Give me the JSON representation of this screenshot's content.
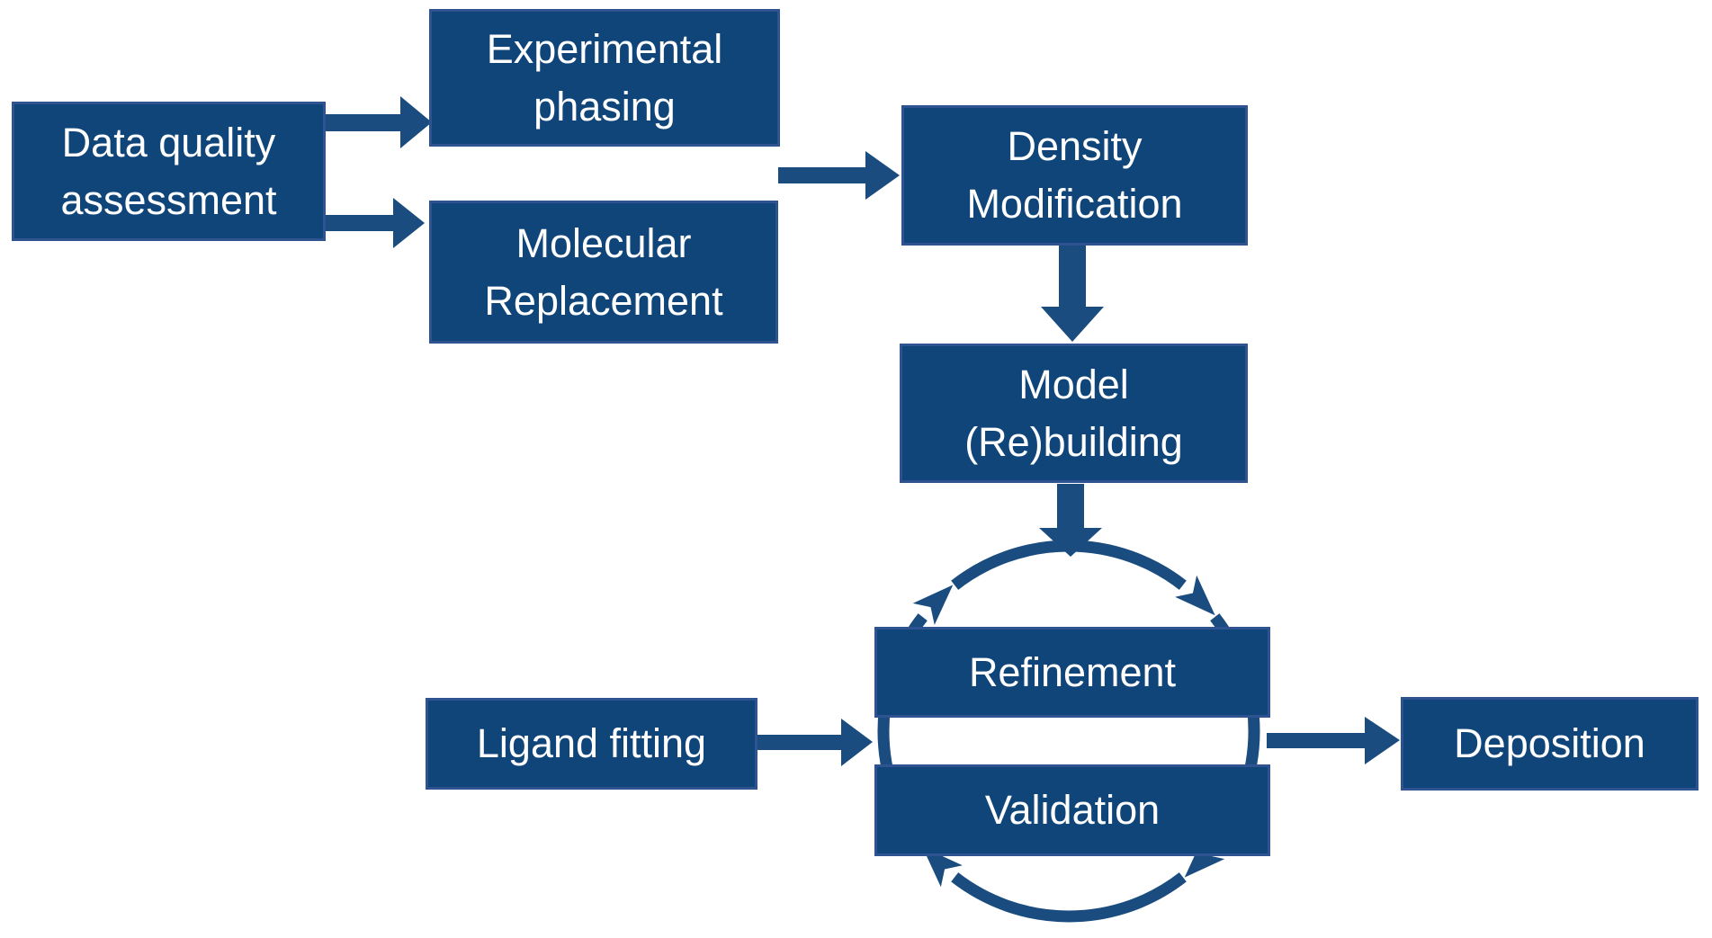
{
  "diagram": {
    "type": "flowchart",
    "background": "#FFFFFF"
  },
  "colors": {
    "box_fill": "#10457A",
    "box_border": "#2F5291",
    "connector": "#1A4C80",
    "text": "#FFFFFF",
    "background": "#FFFFFF"
  },
  "nodes": [
    {
      "id": "data-quality-assessment",
      "label": "Data quality assessment"
    },
    {
      "id": "experimental-phasing",
      "label": "Experimental phasing"
    },
    {
      "id": "molecular-replacement",
      "label": "Molecular Replacement"
    },
    {
      "id": "density-modification",
      "label": "Density Modification"
    },
    {
      "id": "model-rebuilding",
      "label": "Model (Re)building"
    },
    {
      "id": "refinement",
      "label": "Refinement"
    },
    {
      "id": "validation",
      "label": "Validation"
    },
    {
      "id": "ligand-fitting",
      "label": "Ligand fitting"
    },
    {
      "id": "deposition",
      "label": "Deposition"
    }
  ],
  "edges": [
    {
      "from": "data-quality-assessment",
      "to": "experimental-phasing"
    },
    {
      "from": "data-quality-assessment",
      "to": "molecular-replacement"
    },
    {
      "from": "experimental-phasing / molecular-replacement",
      "to": "density-modification"
    },
    {
      "from": "density-modification",
      "to": "model-rebuilding"
    },
    {
      "from": "model-rebuilding",
      "to": "refinement-validation-cycle"
    },
    {
      "from": "ligand-fitting",
      "to": "refinement-validation-cycle"
    },
    {
      "from": "refinement-validation-cycle",
      "to": "deposition"
    }
  ],
  "cycle": {
    "between": [
      "refinement",
      "validation"
    ],
    "direction": "clockwise",
    "arrowheads": 4
  }
}
